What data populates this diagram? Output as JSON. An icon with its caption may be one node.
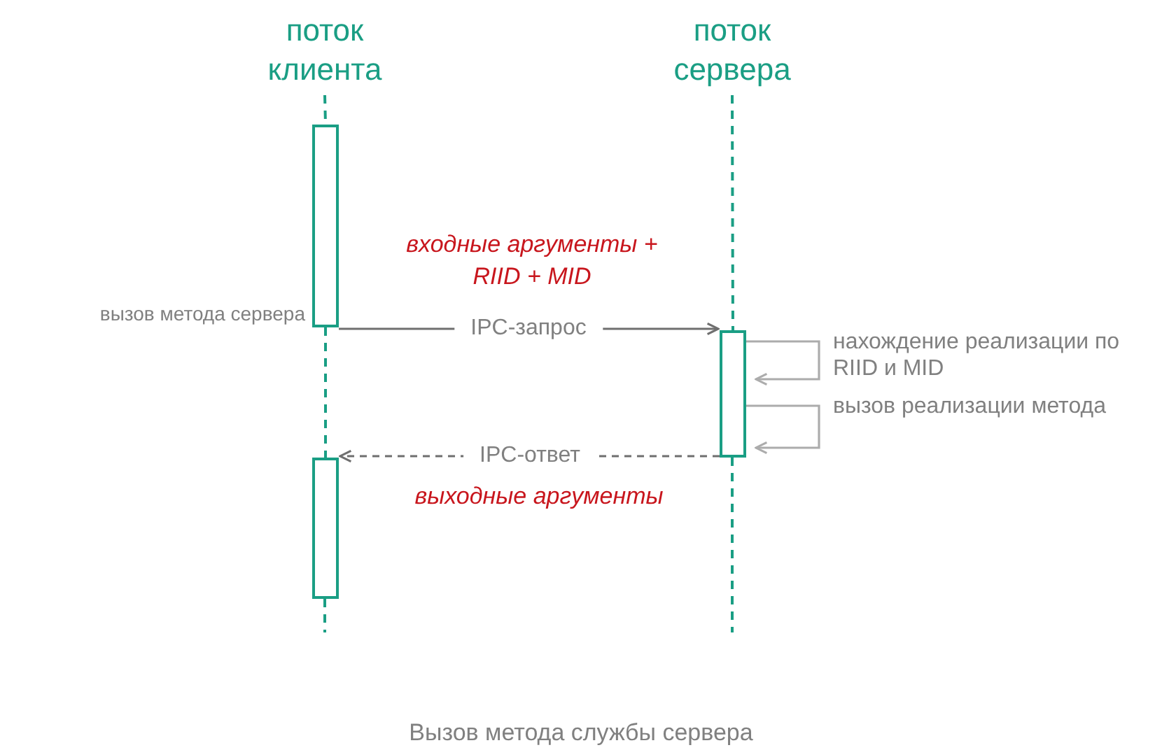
{
  "diagram": {
    "caption": "Вызов метода службы сервера",
    "nodes": [
      {
        "text": [
          "поток клиента"
        ]
      },
      {
        "text": [
          "поток сервера"
        ]
      },
      {
        "text": [],
        "shape": "bar",
        "beside": [
          "вызов метода сервера"
        ]
      },
      {
        "text": [],
        "shape": "bar"
      },
      {
        "text": [],
        "shape": "bar"
      }
    ],
    "edges": [
      {
        "from": 0,
        "to": 2,
        "arrow": "none",
        "style": "dashed",
        "color": "#1a9e84"
      },
      {
        "from": 2,
        "to": 4,
        "arrow": "none",
        "style": "dashed",
        "color": "#1a9e84"
      },
      {
        "from": 1,
        "to": 3,
        "arrow": "none",
        "style": "dashed",
        "color": "#1a9e84"
      },
      {
        "from": 2,
        "to": 3,
        "arrow": "to",
        "label": "IPC-запрос",
        "color": "#6f6f6f"
      },
      {
        "from": 3,
        "to": 3,
        "arrow": "to",
        "label": "нахождение реализации по RIID и MID",
        "color": "#acacac"
      },
      {
        "from": 3,
        "to": 3,
        "arrow": "to",
        "label": "вызов реализации метода",
        "color": "#acacac"
      },
      {
        "from": 3,
        "to": 4,
        "arrow": "to",
        "label": "IPC-ответ",
        "style": "dashed",
        "color": "#6f6f6f"
      }
    ],
    "labels": [
      "входные аргументы + RIID + MID",
      "выходные аргументы"
    ]
  }
}
